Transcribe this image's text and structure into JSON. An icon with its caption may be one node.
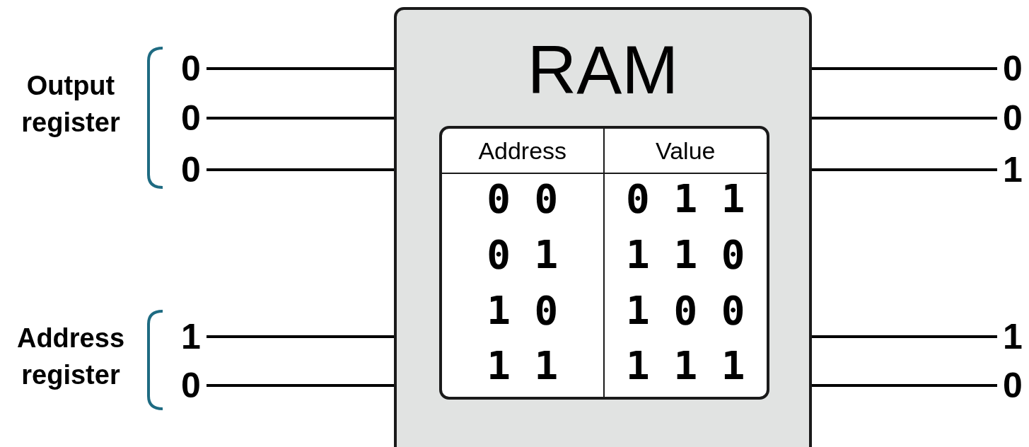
{
  "diagram": {
    "nodes": [
      {
        "text": [
          "0"
        ]
      },
      {
        "text": [
          "0"
        ]
      },
      {
        "text": [
          "0"
        ]
      },
      {
        "text": [
          "1"
        ]
      },
      {
        "text": [
          "0"
        ]
      },
      {
        "text": [
          "RAM"
        ]
      },
      {
        "text": [
          "0"
        ]
      },
      {
        "text": [
          "0"
        ]
      },
      {
        "text": [
          "1"
        ]
      },
      {
        "text": [
          "1"
        ]
      },
      {
        "text": [
          "0"
        ]
      }
    ],
    "edges": [
      {
        "from": 0,
        "to": 5,
        "arrow": "none"
      },
      {
        "from": 1,
        "to": 5,
        "arrow": "none"
      },
      {
        "from": 2,
        "to": 5,
        "arrow": "none"
      },
      {
        "from": 3,
        "to": 5,
        "arrow": "none"
      },
      {
        "from": 4,
        "to": 5,
        "arrow": "none"
      },
      {
        "from": 5,
        "to": 6,
        "arrow": "none"
      },
      {
        "from": 5,
        "to": 7,
        "arrow": "none"
      },
      {
        "from": 5,
        "to": 8,
        "arrow": "none"
      },
      {
        "from": 5,
        "to": 9,
        "arrow": "none"
      },
      {
        "from": 5,
        "to": 10,
        "arrow": "none"
      }
    ],
    "labels": [
      "Output register",
      "Address register",
      "Address",
      "Value",
      "0 0",
      "0 1 1",
      "0 1",
      "1 1 0",
      "1 0",
      "1 0 0",
      "1 1",
      "1 1 1"
    ]
  }
}
